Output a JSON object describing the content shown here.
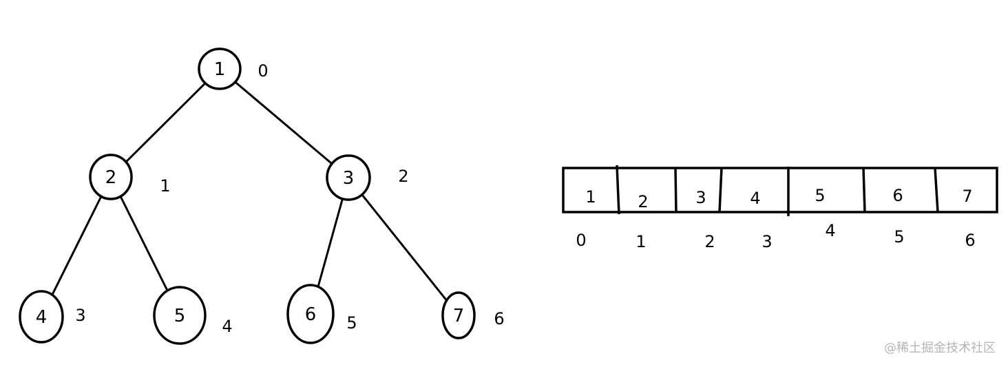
{
  "tree": {
    "nodes": [
      {
        "value": "1",
        "index": "0"
      },
      {
        "value": "2",
        "index": "1"
      },
      {
        "value": "3",
        "index": "2"
      },
      {
        "value": "4",
        "index": "3"
      },
      {
        "value": "5",
        "index": "4"
      },
      {
        "value": "6",
        "index": "5"
      },
      {
        "value": "7",
        "index": "6"
      }
    ],
    "edges": [
      [
        0,
        1
      ],
      [
        0,
        2
      ],
      [
        1,
        3
      ],
      [
        1,
        4
      ],
      [
        2,
        5
      ],
      [
        2,
        6
      ]
    ]
  },
  "array": {
    "cells": [
      {
        "value": "1",
        "index": "0"
      },
      {
        "value": "2",
        "index": "1"
      },
      {
        "value": "3",
        "index": "2"
      },
      {
        "value": "4",
        "index": "3"
      },
      {
        "value": "5",
        "index": "4"
      },
      {
        "value": "6",
        "index": "5"
      },
      {
        "value": "7",
        "index": "6"
      }
    ]
  },
  "watermark": "@稀土掘金技术社区"
}
